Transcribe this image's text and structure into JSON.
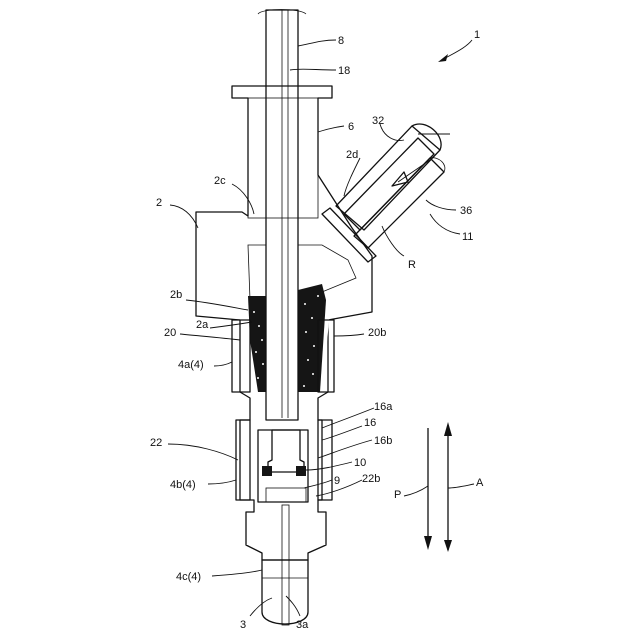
{
  "labels": {
    "l1": "1",
    "l2": "2",
    "l2a": "2a",
    "l2b": "2b",
    "l2c": "2c",
    "l2d": "2d",
    "l3": "3",
    "l3a": "3a",
    "l4a": "4a(4)",
    "l4b": "4b(4)",
    "l4c": "4c(4)",
    "l6": "6",
    "l8": "8",
    "l9": "9",
    "l10": "10",
    "l11": "11",
    "l16": "16",
    "l16a": "16a",
    "l16b": "16b",
    "l18": "18",
    "l20": "20",
    "l20b": "20b",
    "l22": "22",
    "l22b": "22b",
    "l32": "32",
    "l36": "36",
    "lR": "R",
    "lP": "P",
    "lA": "A"
  },
  "colors": {
    "line": "#111111",
    "hatch": "#111111",
    "fill_dark": "#151515",
    "background": "#ffffff"
  }
}
